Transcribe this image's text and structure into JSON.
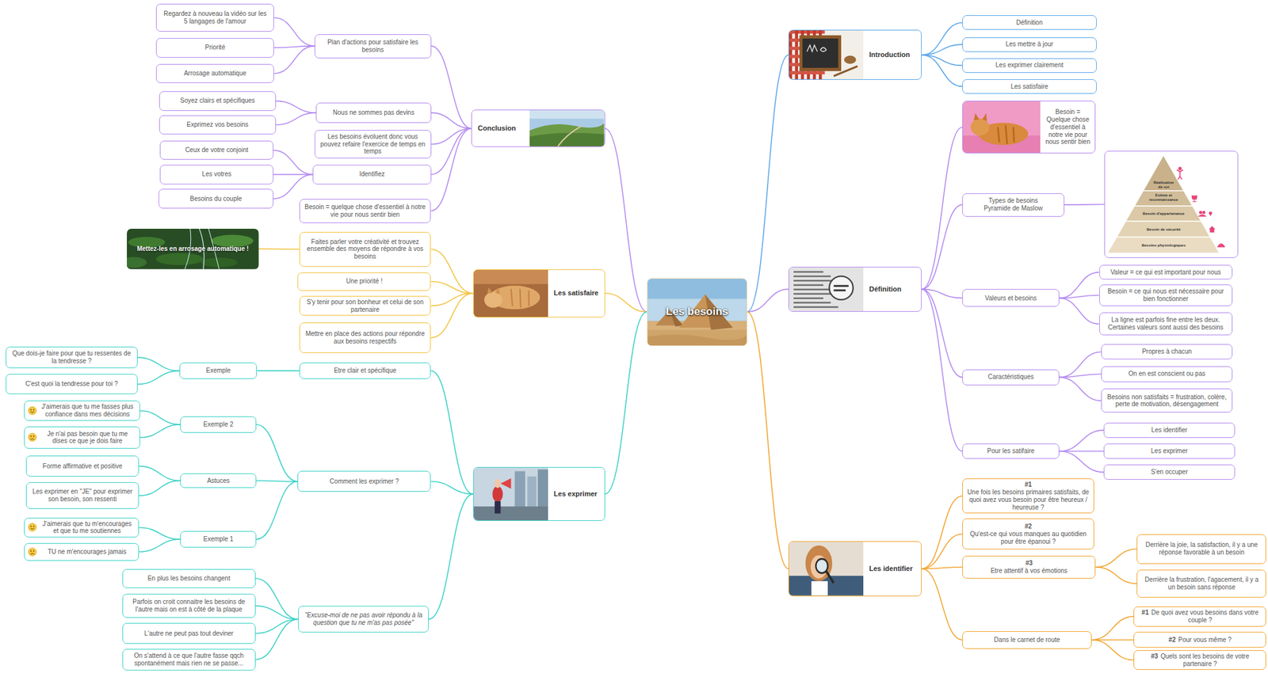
{
  "diagram": {
    "nodes": [
      {
        "text": [
          "Les besoins"
        ]
      },
      {
        "text": [
          "Introduction"
        ]
      },
      {
        "text": [
          "Définition"
        ]
      },
      {
        "text": [
          "Les mettre à jour"
        ]
      },
      {
        "text": [
          "Les exprimer clairement"
        ]
      },
      {
        "text": [
          "Les satisfaire"
        ]
      },
      {
        "text": [
          "Définition"
        ]
      },
      {
        "text": [
          "Besoin = Quelque chose d'essentiel à notre vie pour nous sentir bien"
        ]
      },
      {
        "text": [
          "Types de besoins Pyramide de Maslow"
        ]
      },
      {
        "text": [
          "Réalisation de soi",
          "Estime et reconnaissance",
          "Besoin d'appartenance",
          "Besoin de sécurité",
          "Besoins physiologiques"
        ]
      },
      {
        "text": [
          "Valeurs et besoins"
        ]
      },
      {
        "text": [
          "Valeur = ce qui est important pour nous"
        ]
      },
      {
        "text": [
          "Besoin = ce qui nous est nécessaire pour bien fonctionner"
        ]
      },
      {
        "text": [
          "La ligne est parfois fine entre les deux. Certaines valeurs sont aussi des besoins"
        ]
      },
      {
        "text": [
          "Caractéristiques"
        ]
      },
      {
        "text": [
          "Propres à chacun"
        ]
      },
      {
        "text": [
          "On en est conscient ou pas"
        ]
      },
      {
        "text": [
          "Besoins non satisfaits = frustration, colère, perte de motivation, désengagement"
        ]
      },
      {
        "text": [
          "Pour les satifaire"
        ]
      },
      {
        "text": [
          "Les identifier"
        ]
      },
      {
        "text": [
          "Les exprimer"
        ]
      },
      {
        "text": [
          "S'en occuper"
        ]
      },
      {
        "text": [
          "Les identifier"
        ]
      },
      {
        "text": [
          "#1",
          "Une fois les besoins primaires satisfaits, de quoi avez vous besoin pour être heureux / heureuse ?"
        ]
      },
      {
        "text": [
          "#2",
          "Qu'est-ce qui vous manques au quotidien pour être épanoui ?"
        ]
      },
      {
        "text": [
          "#3",
          "Etre attentif à vos émotions"
        ]
      },
      {
        "text": [
          "Derrière la joie, la satisfaction, il y a une réponse favorable à un besoin"
        ]
      },
      {
        "text": [
          "Derrière la frustration, l'agacement, il y a un besoin sans réponse"
        ]
      },
      {
        "text": [
          "Dans le carnet de route"
        ]
      },
      {
        "text": [
          "#1",
          "De quoi avez vous besoins dans votre couple ?"
        ]
      },
      {
        "text": [
          "#2",
          "Pour vous même ?"
        ]
      },
      {
        "text": [
          "#3",
          "Quels sont les besoins de votre partenaire ?"
        ]
      },
      {
        "text": [
          "Conclusion"
        ]
      },
      {
        "text": [
          "Plan d'actions pour satisfaire les besoins"
        ]
      },
      {
        "text": [
          "Regardez à nouveau la vidéo sur les 5 langages de l'amour"
        ]
      },
      {
        "text": [
          "Priorité"
        ]
      },
      {
        "text": [
          "Arrosage automatique"
        ]
      },
      {
        "text": [
          "Nous ne sommes pas devins"
        ]
      },
      {
        "text": [
          "Soyez clairs et spécifiques"
        ]
      },
      {
        "text": [
          "Exprimez vos besoins"
        ]
      },
      {
        "text": [
          "Les besoins évoluent donc vous pouvez refaire l'exercice de temps en temps"
        ]
      },
      {
        "text": [
          "Identifiez"
        ]
      },
      {
        "text": [
          "Ceux de votre conjoint"
        ]
      },
      {
        "text": [
          "Les votres"
        ]
      },
      {
        "text": [
          "Besoins du couple"
        ]
      },
      {
        "text": [
          "Besoin = quelque chose d'essentiel à notre vie pour nous sentir bien"
        ]
      },
      {
        "text": [
          "Les satisfaire"
        ]
      },
      {
        "text": [
          "Faites parler votre créativité et trouvez ensemble des moyens de répondre à vos besoins"
        ]
      },
      {
        "text": [
          "Mettez-les en arrosage automatique !"
        ]
      },
      {
        "text": [
          "Une priorité !"
        ]
      },
      {
        "text": [
          "S'y tenir pour son bonheur et celui de son partenaire"
        ]
      },
      {
        "text": [
          "Mettre en place des actions pour répondre aux besoins respectifs"
        ]
      },
      {
        "text": [
          "Les exprimer"
        ]
      },
      {
        "text": [
          "Etre clair et spécifique"
        ]
      },
      {
        "text": [
          "Exemple"
        ]
      },
      {
        "text": [
          "Que dois-je faire pour que tu ressentes de la tendresse ?"
        ]
      },
      {
        "text": [
          "C'est quoi la tendresse pour toi ?"
        ]
      },
      {
        "text": [
          "Comment les exprimer ?"
        ]
      },
      {
        "text": [
          "Exemple 2"
        ]
      },
      {
        "text": [
          "J'aimerais que tu me fasses plus confiance dans mes décisions"
        ]
      },
      {
        "text": [
          "Je n'ai pas besoin que tu me dises ce que je dois faire"
        ]
      },
      {
        "text": [
          "Astuces"
        ]
      },
      {
        "text": [
          "Forme affirmative et positive"
        ]
      },
      {
        "text": [
          "Les exprimer en \"JE\" pour exprimer son besoin, son ressenti"
        ]
      },
      {
        "text": [
          "Exemple 1"
        ]
      },
      {
        "text": [
          "J'aimerais que tu m'encourages et que tu me soutiennes"
        ]
      },
      {
        "text": [
          "TU ne m'encourages jamais"
        ]
      },
      {
        "text": [
          "\"Excuse-moi de ne pas avoir répondu à la question que tu ne m'as pas posée\""
        ]
      },
      {
        "text": [
          "En plus les besoins changent"
        ]
      },
      {
        "text": [
          "Parfois on croit connaitre les besoins de l'autre mais on est à côté de la plaque"
        ]
      },
      {
        "text": [
          "L'autre ne peut pas tout deviner"
        ]
      },
      {
        "text": [
          "On s'attend à ce que l'autre fasse qqch spontanément mais rien ne se passe..."
        ]
      }
    ],
    "edges": [
      {
        "from": 0,
        "to": 1,
        "arrow": "none"
      },
      {
        "from": 1,
        "to": 2,
        "arrow": "none"
      },
      {
        "from": 1,
        "to": 3,
        "arrow": "none"
      },
      {
        "from": 1,
        "to": 4,
        "arrow": "none"
      },
      {
        "from": 1,
        "to": 5,
        "arrow": "none"
      },
      {
        "from": 0,
        "to": 6,
        "arrow": "none"
      },
      {
        "from": 6,
        "to": 7,
        "arrow": "none"
      },
      {
        "from": 6,
        "to": 8,
        "arrow": "none"
      },
      {
        "from": 8,
        "to": 9,
        "arrow": "none"
      },
      {
        "from": 6,
        "to": 10,
        "arrow": "none"
      },
      {
        "from": 10,
        "to": 11,
        "arrow": "none"
      },
      {
        "from": 10,
        "to": 12,
        "arrow": "none"
      },
      {
        "from": 10,
        "to": 13,
        "arrow": "none"
      },
      {
        "from": 6,
        "to": 14,
        "arrow": "none"
      },
      {
        "from": 14,
        "to": 15,
        "arrow": "none"
      },
      {
        "from": 14,
        "to": 16,
        "arrow": "none"
      },
      {
        "from": 14,
        "to": 17,
        "arrow": "none"
      },
      {
        "from": 6,
        "to": 18,
        "arrow": "none"
      },
      {
        "from": 18,
        "to": 19,
        "arrow": "none"
      },
      {
        "from": 18,
        "to": 20,
        "arrow": "none"
      },
      {
        "from": 18,
        "to": 21,
        "arrow": "none"
      },
      {
        "from": 0,
        "to": 22,
        "arrow": "none"
      },
      {
        "from": 22,
        "to": 23,
        "arrow": "none"
      },
      {
        "from": 22,
        "to": 24,
        "arrow": "none"
      },
      {
        "from": 22,
        "to": 25,
        "arrow": "none"
      },
      {
        "from": 25,
        "to": 26,
        "arrow": "none"
      },
      {
        "from": 25,
        "to": 27,
        "arrow": "none"
      },
      {
        "from": 22,
        "to": 28,
        "arrow": "none"
      },
      {
        "from": 28,
        "to": 29,
        "arrow": "none"
      },
      {
        "from": 28,
        "to": 30,
        "arrow": "none"
      },
      {
        "from": 28,
        "to": 31,
        "arrow": "none"
      },
      {
        "from": 0,
        "to": 32,
        "arrow": "none"
      },
      {
        "from": 32,
        "to": 33,
        "arrow": "none"
      },
      {
        "from": 33,
        "to": 34,
        "arrow": "none"
      },
      {
        "from": 33,
        "to": 35,
        "arrow": "none"
      },
      {
        "from": 33,
        "to": 36,
        "arrow": "none"
      },
      {
        "from": 32,
        "to": 37,
        "arrow": "none"
      },
      {
        "from": 37,
        "to": 38,
        "arrow": "none"
      },
      {
        "from": 37,
        "to": 39,
        "arrow": "none"
      },
      {
        "from": 32,
        "to": 40,
        "arrow": "none"
      },
      {
        "from": 32,
        "to": 41,
        "arrow": "none"
      },
      {
        "from": 41,
        "to": 42,
        "arrow": "none"
      },
      {
        "from": 41,
        "to": 43,
        "arrow": "none"
      },
      {
        "from": 41,
        "to": 44,
        "arrow": "none"
      },
      {
        "from": 32,
        "to": 45,
        "arrow": "none"
      },
      {
        "from": 0,
        "to": 46,
        "arrow": "none"
      },
      {
        "from": 46,
        "to": 47,
        "arrow": "none"
      },
      {
        "from": 47,
        "to": 48,
        "arrow": "none"
      },
      {
        "from": 46,
        "to": 49,
        "arrow": "none"
      },
      {
        "from": 46,
        "to": 50,
        "arrow": "none"
      },
      {
        "from": 46,
        "to": 51,
        "arrow": "none"
      },
      {
        "from": 0,
        "to": 52,
        "arrow": "none"
      },
      {
        "from": 52,
        "to": 53,
        "arrow": "none"
      },
      {
        "from": 53,
        "to": 54,
        "arrow": "none"
      },
      {
        "from": 54,
        "to": 55,
        "arrow": "none"
      },
      {
        "from": 54,
        "to": 56,
        "arrow": "none"
      },
      {
        "from": 52,
        "to": 57,
        "arrow": "none"
      },
      {
        "from": 57,
        "to": 58,
        "arrow": "none"
      },
      {
        "from": 58,
        "to": 59,
        "arrow": "none"
      },
      {
        "from": 58,
        "to": 60,
        "arrow": "none"
      },
      {
        "from": 57,
        "to": 61,
        "arrow": "none"
      },
      {
        "from": 61,
        "to": 62,
        "arrow": "none"
      },
      {
        "from": 61,
        "to": 63,
        "arrow": "none"
      },
      {
        "from": 57,
        "to": 64,
        "arrow": "none"
      },
      {
        "from": 64,
        "to": 65,
        "arrow": "none"
      },
      {
        "from": 64,
        "to": 66,
        "arrow": "none"
      },
      {
        "from": 52,
        "to": 67,
        "arrow": "none"
      },
      {
        "from": 67,
        "to": 68,
        "arrow": "none"
      },
      {
        "from": 67,
        "to": 69,
        "arrow": "none"
      },
      {
        "from": 67,
        "to": 70,
        "arrow": "none"
      },
      {
        "from": 67,
        "to": 71,
        "arrow": "none"
      }
    ]
  }
}
